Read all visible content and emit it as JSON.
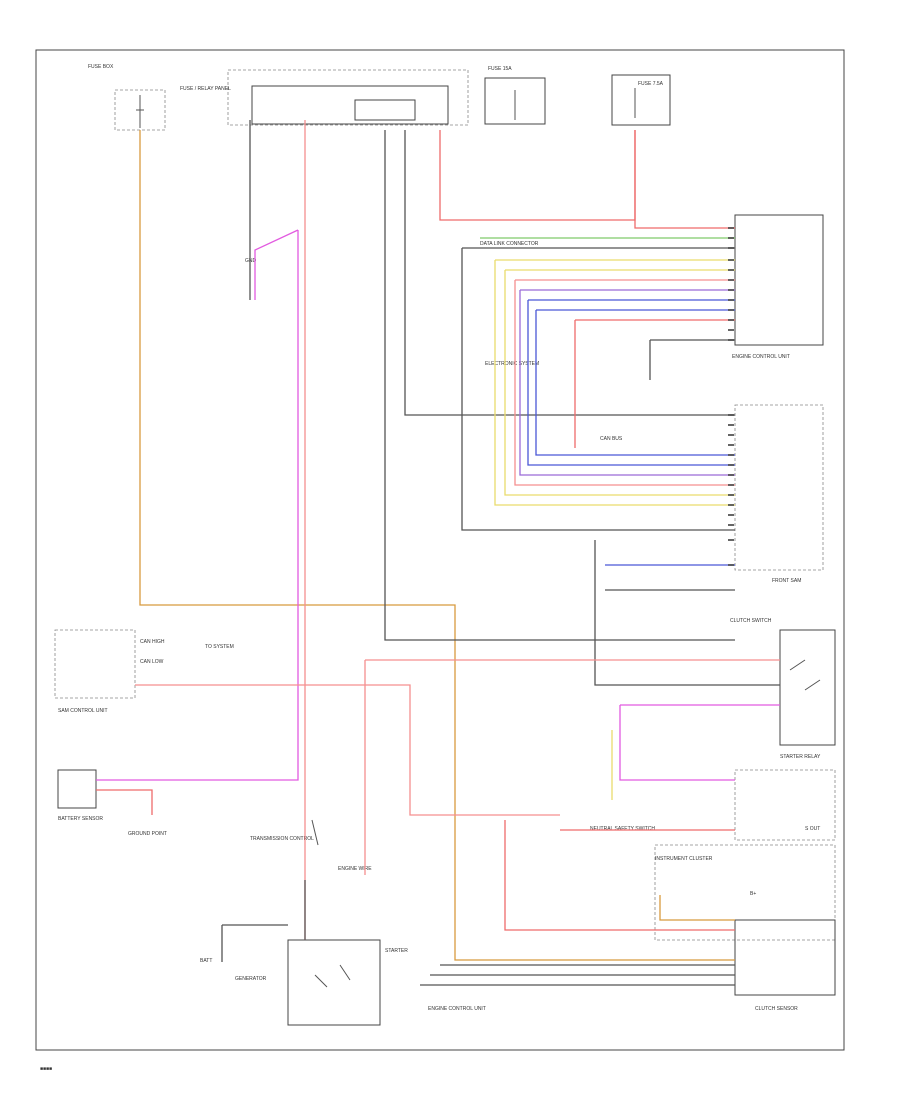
{
  "diagram": {
    "footer_code": "■■■■",
    "colors": {
      "red": "#ef6b6b",
      "pink": "#f58f8f",
      "magenta": "#e25be0",
      "orange": "#d89a3f",
      "yellow": "#e9dc6c",
      "green": "#7fc96a",
      "blue": "#4a57d6",
      "violet": "#9a6ad8",
      "gray": "#555555",
      "lightgray": "#bbbbbb"
    },
    "components": {
      "fuse_top_left": "FUSE BOX",
      "fuse_main": "FUSE / RELAY PANEL",
      "fuse_right_1": "FUSE 15A",
      "fuse_right_2": "FUSE 7.5A",
      "engine_control": "ENGINE CONTROL UNIT",
      "front_sam": "FRONT SAM",
      "clutch_switch": "CLUTCH SWITCH",
      "starter_relay": "STARTER RELAY",
      "instrument_cluster": "INSTRUMENT CLUSTER",
      "battery_sensor": "BATTERY SENSOR",
      "ground_point": "GROUND POINT",
      "data_link_note": "DATA LINK CONNECTOR",
      "elec_system_note": "ELECTRONIC SYSTEM",
      "transmission": "TRANSMISSION CONTROL",
      "generator": "GENERATOR",
      "starter": "STARTER",
      "battery": "BATT",
      "gear_switch": "NEUTRAL SAFETY SWITCH",
      "ecm_bottom": "ENGINE CONTROL UNIT",
      "clutch_sensor": "CLUTCH SENSOR",
      "ecu_pin_note": "CAN BUS",
      "sam_left": "SAM CONTROL UNIT",
      "engine_wire": "ENGINE WIRE",
      "ground_spot": "GND",
      "can_high": "CAN HIGH",
      "can_low": "CAN LOW",
      "to_system": "TO SYSTEM",
      "b_plus": "B+",
      "s_out": "S OUT"
    }
  }
}
